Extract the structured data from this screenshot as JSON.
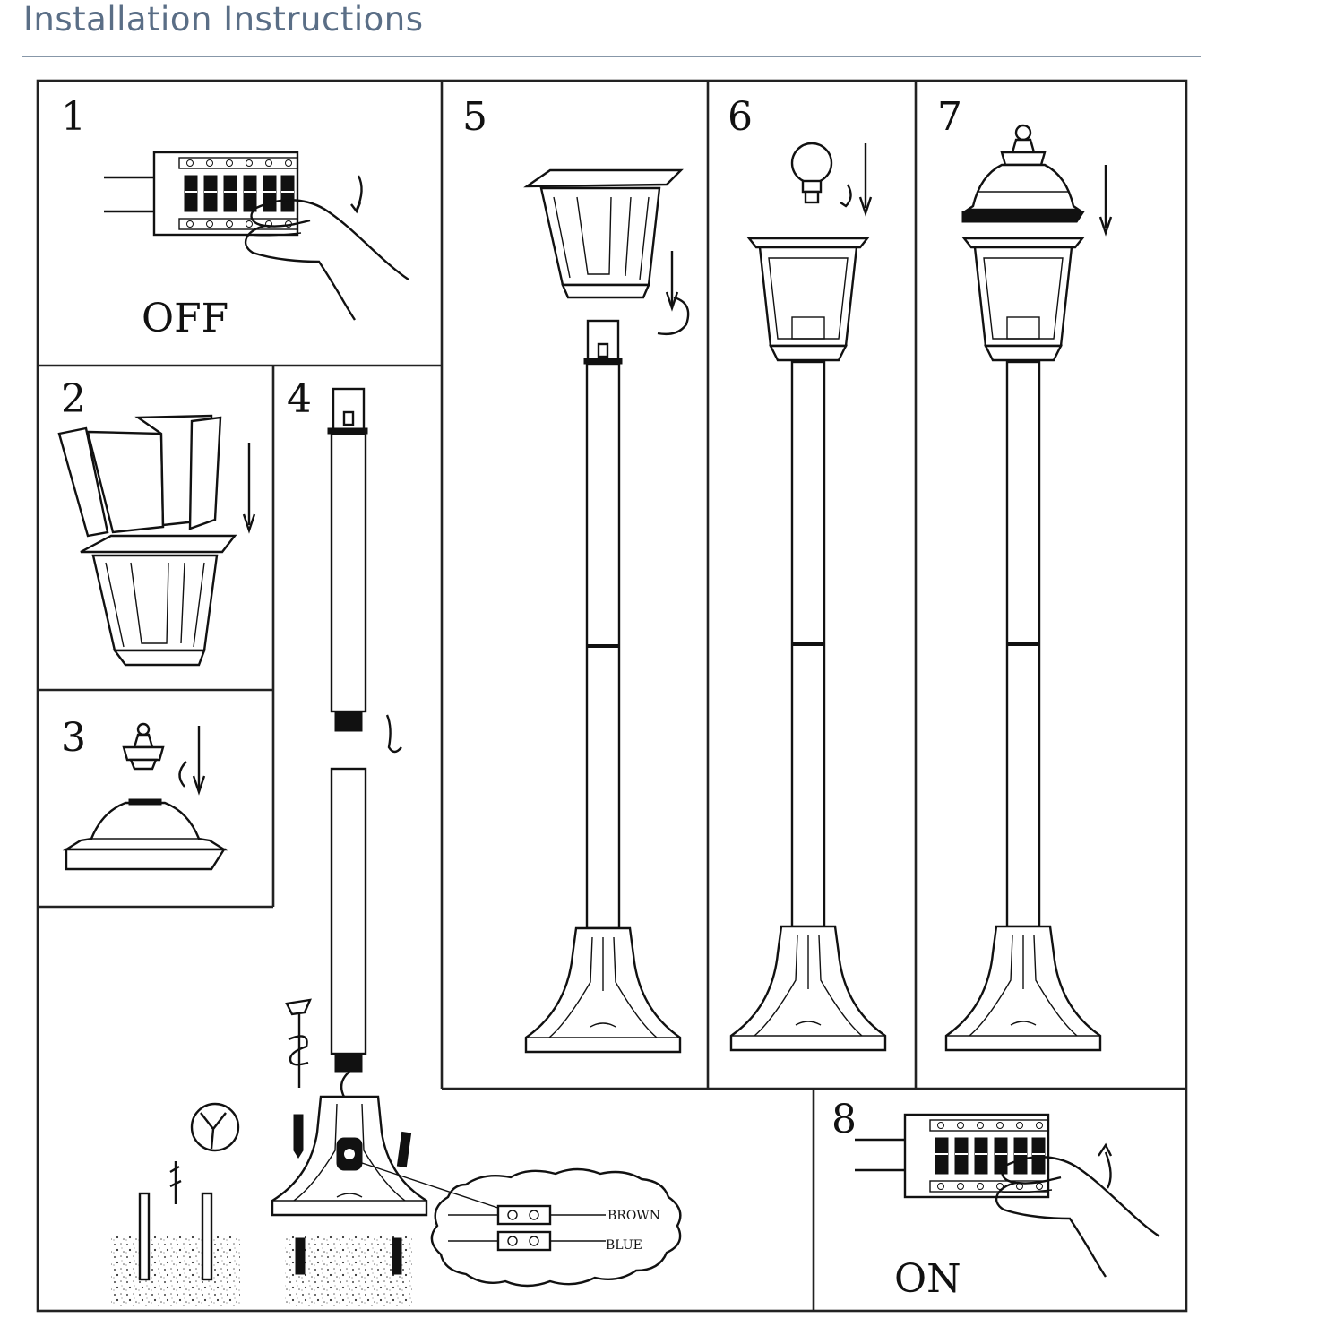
{
  "header": {
    "title": "Installation Instructions"
  },
  "steps": [
    {
      "number": "1",
      "label": "OFF"
    },
    {
      "number": "2"
    },
    {
      "number": "3"
    },
    {
      "number": "4",
      "wires": [
        "BROWN",
        "BLUE"
      ]
    },
    {
      "number": "5"
    },
    {
      "number": "6"
    },
    {
      "number": "7"
    },
    {
      "number": "8",
      "label": "ON"
    }
  ],
  "icons": [
    "hand-icon",
    "breaker-panel-icon",
    "arrow-down-icon",
    "rotate-arrow-icon",
    "bulb-icon",
    "screw-icon"
  ]
}
